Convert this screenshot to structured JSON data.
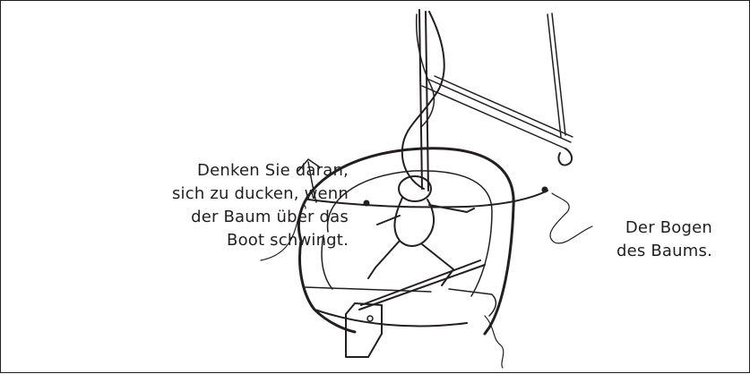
{
  "illustration": {
    "icon": "sailboat-boom-arc-icon",
    "stroke_color": "#231f20",
    "background_color": "#ffffff"
  },
  "annotations": {
    "duck_warning": {
      "lines": [
        "Denken Sie daran,",
        "sich zu ducken, wenn",
        "der Baum über das",
        "Boot schwingt."
      ]
    },
    "boom_arc": {
      "lines": [
        "Der Bogen",
        "des Baums."
      ]
    }
  }
}
